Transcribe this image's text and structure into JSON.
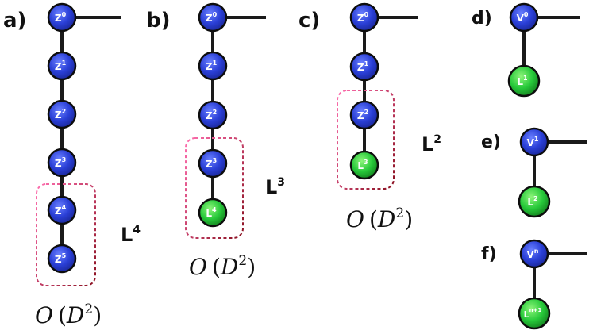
{
  "colors": {
    "blue_node": "#2a3fd6",
    "blue_node_light": "#5b72ff",
    "green_node": "#27c93a",
    "green_node_light": "#7cf06a",
    "node_stroke": "#0d0d0d",
    "bond": "#1a1a1a",
    "box_stroke": "#b3204a"
  },
  "panels": {
    "a": {
      "label": "a)",
      "nodes": [
        {
          "base": "Z",
          "sup": "0"
        },
        {
          "base": "Z",
          "sup": "1"
        },
        {
          "base": "Z",
          "sup": "2"
        },
        {
          "base": "Z",
          "sup": "3"
        },
        {
          "base": "Z",
          "sup": "4"
        },
        {
          "base": "Z",
          "sup": "5"
        }
      ],
      "side_label_base": "L",
      "side_label_sup": "4",
      "complexity": {
        "o": "O",
        "lp": "(",
        "d": "D",
        "exp": "2",
        "rp": ")"
      }
    },
    "b": {
      "label": "b)",
      "nodes": [
        {
          "base": "Z",
          "sup": "0"
        },
        {
          "base": "Z",
          "sup": "1"
        },
        {
          "base": "Z",
          "sup": "2"
        },
        {
          "base": "Z",
          "sup": "3"
        },
        {
          "base": "L",
          "sup": "4"
        }
      ],
      "side_label_base": "L",
      "side_label_sup": "3",
      "complexity": {
        "o": "O",
        "lp": "(",
        "d": "D",
        "exp": "2",
        "rp": ")"
      }
    },
    "c": {
      "label": "c)",
      "nodes": [
        {
          "base": "Z",
          "sup": "0"
        },
        {
          "base": "Z",
          "sup": "1"
        },
        {
          "base": "Z",
          "sup": "2"
        },
        {
          "base": "L",
          "sup": "3"
        }
      ],
      "side_label_base": "L",
      "side_label_sup": "2",
      "complexity": {
        "o": "O",
        "lp": "(",
        "d": "D",
        "exp": "2",
        "rp": ")"
      }
    },
    "d": {
      "label": "d)",
      "nodes": [
        {
          "base": "V",
          "sup": "0"
        },
        {
          "base": "L",
          "sup": "1"
        }
      ]
    },
    "e": {
      "label": "e)",
      "nodes": [
        {
          "base": "V",
          "sup": "1"
        },
        {
          "base": "L",
          "sup": "2"
        }
      ]
    },
    "f": {
      "label": "f)",
      "nodes": [
        {
          "base": "V",
          "sup": "n"
        },
        {
          "base": "L",
          "sup": "n+1"
        }
      ]
    }
  }
}
